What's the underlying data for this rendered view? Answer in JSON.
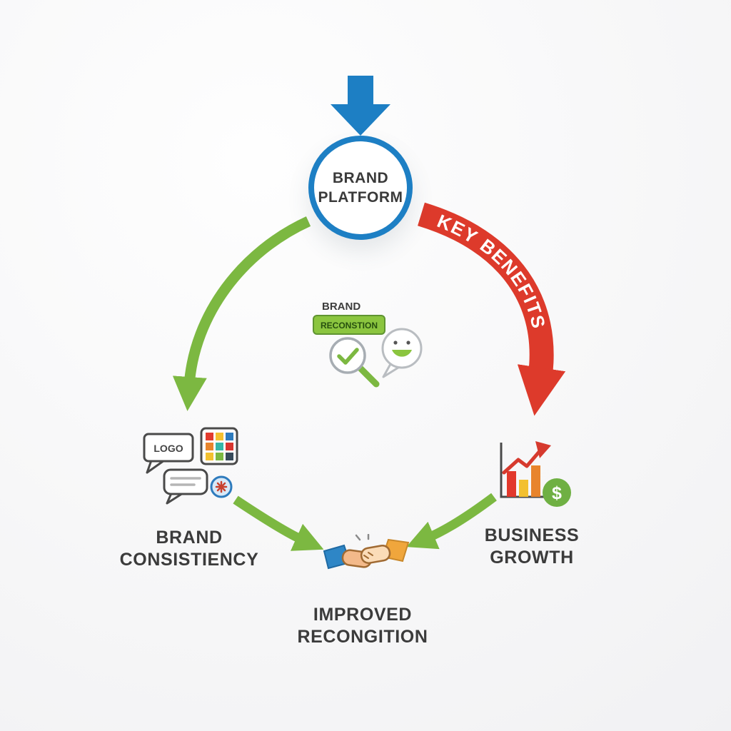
{
  "palette": {
    "blue": "#1d7fc4",
    "green": "#7cb841",
    "red": "#dd3a2b",
    "yellow": "#f3c02f",
    "orange": "#e8842c",
    "text_dark": "#3b3b3b",
    "background": "#f6f6f7"
  },
  "flow": {
    "top_node": {
      "line1": "BRAND",
      "line2": "PLATFORM"
    },
    "key_benefits_arc_label": "KEY BENEFITS"
  },
  "center_icon": {
    "brand_text": "BRAND",
    "badge_text": "RECONSTION"
  },
  "left_icon": {
    "logo_bubble_text": "LOGO"
  },
  "right_icon": {
    "coin_symbol": "$"
  },
  "captions": {
    "brand_consistency": {
      "line1": "BRAND",
      "line2": "CONSISTIENCY"
    },
    "business_growth": {
      "line1": "BUSINESS",
      "line2": "GROWTH"
    },
    "improved_recognition": {
      "line1": "IMPROVED",
      "line2": "RECONGITION"
    }
  }
}
